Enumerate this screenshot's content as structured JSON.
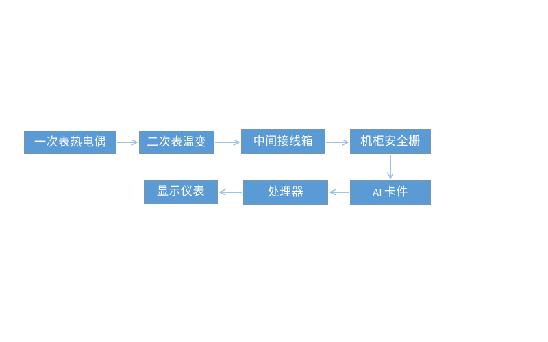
{
  "diagram": {
    "title": "",
    "background_color": "#FFFFFF",
    "node_fill_color": "#5B9BD5",
    "node_border_color": "#7796AE",
    "node_text_color": "#FFFFFF",
    "connector_color": "#9DC3E6",
    "nodes": [
      {
        "id": "primary-thermocouple",
        "label": "一次表热电偶",
        "row": "top",
        "order": 1
      },
      {
        "id": "secondary-transmitter",
        "label": "二次表温变",
        "row": "top",
        "order": 2
      },
      {
        "id": "junction-box",
        "label": "中间接线箱",
        "row": "top",
        "order": 3
      },
      {
        "id": "cabinet-barrier",
        "label": "机柜安全栅",
        "row": "top",
        "order": 4
      },
      {
        "id": "ai-card",
        "label": "AI 卡件",
        "label_ascii": "AI",
        "label_cjk": "卡件",
        "row": "bottom",
        "order": 5
      },
      {
        "id": "processor",
        "label": "处理器",
        "row": "bottom",
        "order": 6
      },
      {
        "id": "display-meter",
        "label": "显示仪表",
        "row": "bottom",
        "order": 7
      }
    ],
    "connectors": [
      {
        "from": "primary-thermocouple",
        "to": "secondary-transmitter",
        "direction": "right"
      },
      {
        "from": "secondary-transmitter",
        "to": "junction-box",
        "direction": "right"
      },
      {
        "from": "junction-box",
        "to": "cabinet-barrier",
        "direction": "right"
      },
      {
        "from": "cabinet-barrier",
        "to": "ai-card",
        "direction": "down"
      },
      {
        "from": "ai-card",
        "to": "processor",
        "direction": "left"
      },
      {
        "from": "processor",
        "to": "display-meter",
        "direction": "left"
      }
    ]
  }
}
